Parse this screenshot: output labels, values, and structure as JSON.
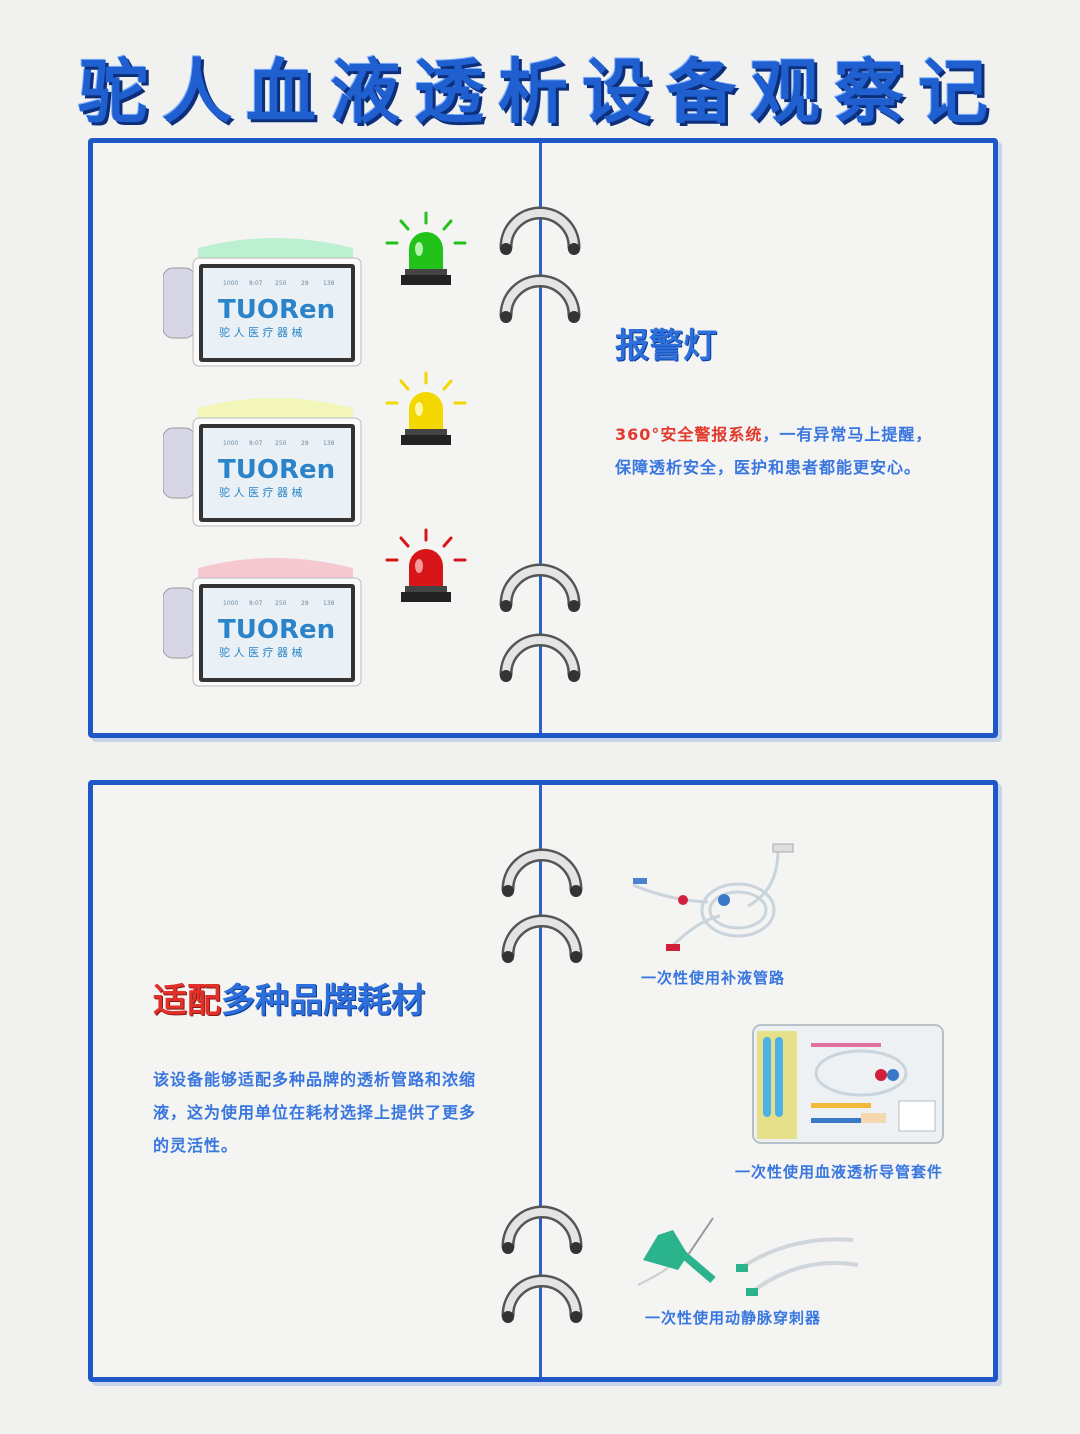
{
  "title": "驼人血液透析设备观察记",
  "alarm": {
    "heading": "报警灯",
    "highlight": "360°安全警报系统",
    "text": "，一有异常马上提醒，保障透析安全，医护和患者都能更安心。",
    "lights": [
      {
        "name": "green",
        "color": "#22c21a"
      },
      {
        "name": "yellow",
        "color": "#f2d800"
      },
      {
        "name": "red",
        "color": "#d8161a"
      }
    ],
    "device_brand": "TUORen",
    "device_sub": "驼 人 医 疗 器 械",
    "device_readings": [
      "1000",
      "8:07",
      "250",
      "29",
      "138"
    ]
  },
  "consumables": {
    "heading_red": "适配",
    "heading_blue": "多种品牌耗材",
    "text": "该设备能够适配多种品牌的透析管路和浓缩液，这为使用单位在耗材选择上提供了更多的灵活性。",
    "products": [
      {
        "caption": "一次性使用补液管路"
      },
      {
        "caption": "一次性使用血液透析导管套件"
      },
      {
        "caption": "一次性使用动静脉穿刺器"
      }
    ]
  },
  "colors": {
    "accent": "#1d58c6",
    "alert_red": "#e0302a",
    "text_blue": "#3876e0"
  }
}
